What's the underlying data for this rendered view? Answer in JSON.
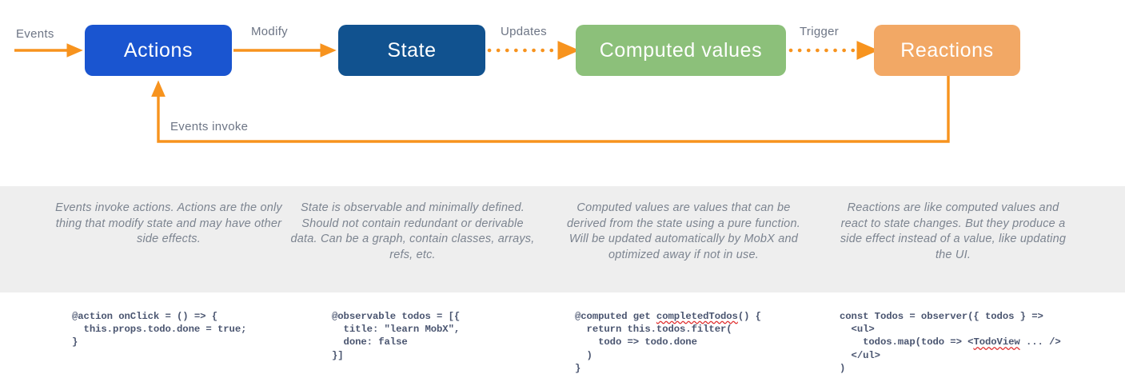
{
  "diagram": {
    "accent_orange": "#f7931e",
    "nodes": [
      {
        "id": "actions",
        "label": "Actions",
        "color": "#1a55d0"
      },
      {
        "id": "state",
        "label": "State",
        "color": "#11528f"
      },
      {
        "id": "computed",
        "label": "Computed values",
        "color": "#8cc07a"
      },
      {
        "id": "reactions",
        "label": "Reactions",
        "color": "#f2a865"
      }
    ],
    "edges": [
      {
        "id": "events",
        "label": "Events",
        "style": "solid"
      },
      {
        "id": "modify",
        "label": "Modify",
        "style": "solid"
      },
      {
        "id": "updates",
        "label": "Updates",
        "style": "dotted"
      },
      {
        "id": "trigger",
        "label": "Trigger",
        "style": "dotted"
      },
      {
        "id": "events-invoke",
        "label": "Events invoke",
        "style": "solid"
      }
    ]
  },
  "descriptions": [
    "Events invoke actions. Actions are the only thing that modify state and may have other side effects.",
    "State is observable and minimally defined. Should not contain redundant or derivable data. Can be a graph, contain classes, arrays, refs, etc.",
    "Computed values are values that can be derived from the state using a pure function. Will be updated automatically by MobX and optimized away if not in use.",
    "Reactions are like computed values and react to state changes. But they produce a side effect instead of a value, like updating the UI."
  ],
  "code_samples": [
    {
      "id": "action-sample",
      "lines": [
        "@action onClick = () => {",
        "  this.props.todo.done = true;",
        "}"
      ]
    },
    {
      "id": "observable-sample",
      "lines": [
        "@observable todos = [{",
        "  title: \"learn MobX\",",
        "  done: false",
        "}]"
      ]
    },
    {
      "id": "computed-sample",
      "lines": [
        "@computed get completedTodos() {",
        "  return this.todos.filter(",
        "    todo => todo.done",
        "  )",
        "}"
      ],
      "misspelled": "completedTodos"
    },
    {
      "id": "observer-sample",
      "lines": [
        "const Todos = observer({ todos } =>",
        "  <ul>",
        "    todos.map(todo => <TodoView ... />",
        "  </ul>",
        ")"
      ],
      "misspelled": "TodoView"
    }
  ]
}
